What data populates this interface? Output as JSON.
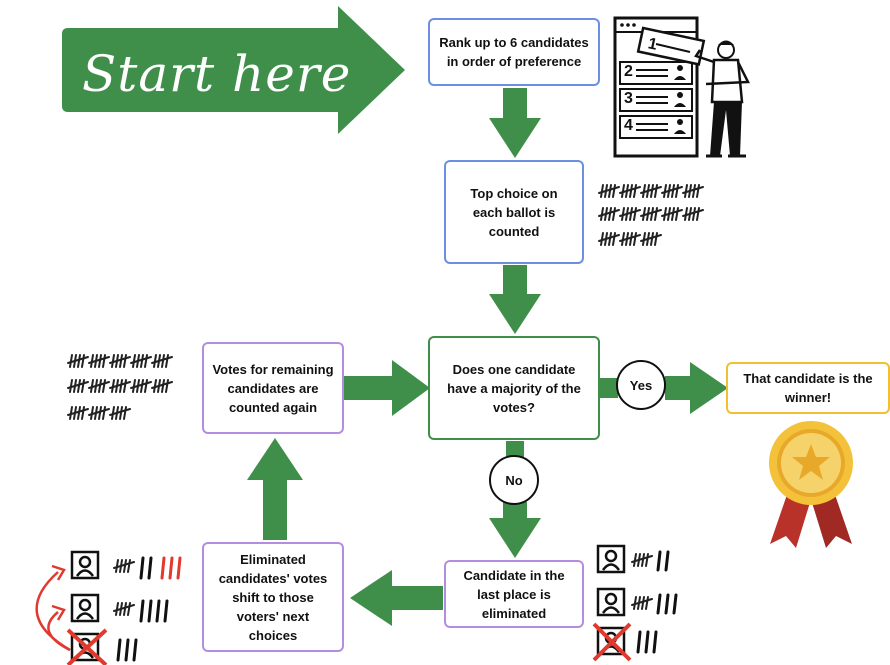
{
  "start_label": "Start here",
  "steps": {
    "rank": "Rank up to 6 candidates in order of preference",
    "count_top": "Top choice on each ballot is counted",
    "majority": "Does one candidate have a majority of the votes?",
    "winner": "That candidate is the winner!",
    "eliminate_last": "Candidate in the last place is eliminated",
    "shift": "Eliminated candidates' votes shift to those voters' next choices",
    "recount": "Votes for remaining candidates are counted again"
  },
  "decisions": {
    "yes": "Yes",
    "no": "No"
  },
  "ballot_ranks": [
    "1",
    "2",
    "3",
    "4"
  ],
  "colors": {
    "arrow_green": "#3f8f4a",
    "box_blue": "#6d8fe0",
    "box_green": "#3f8f4a",
    "box_purple": "#b38ee0",
    "box_gold": "#f0c030",
    "eliminated_red": "#e03a2f",
    "medal_gold": "#f3c23a",
    "ribbon_red": "#b8322a"
  },
  "icons": [
    "ballot-voter-icon",
    "tally-marks-icon",
    "candidate-icon",
    "eliminated-candidate-icon",
    "medal-icon",
    "curved-arrow-icon"
  ]
}
